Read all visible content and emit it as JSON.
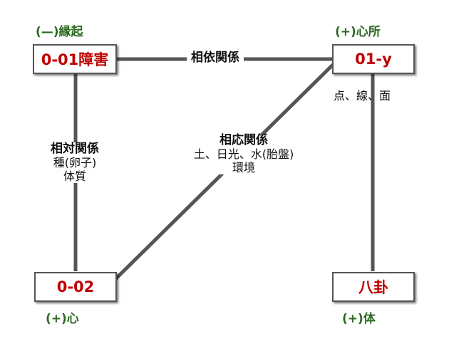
{
  "nodes": {
    "top_left": {
      "caption": "(—)縁起",
      "label": "0-01障害"
    },
    "top_right": {
      "caption": "(+)心所",
      "label": "01-y",
      "note": "点、線、面"
    },
    "bottom_left": {
      "caption": "(+)心",
      "label": "0-02"
    },
    "bottom_right": {
      "caption": "(+)体",
      "label": "八卦"
    }
  },
  "relations": {
    "top": {
      "title": "相依関係"
    },
    "left": {
      "title": "相対関係",
      "lines": [
        "種(卵子)",
        "体質"
      ]
    },
    "diagonal": {
      "title": "相応関係",
      "lines": [
        "土、日光、水(胎盤)",
        "環境"
      ]
    }
  },
  "colors": {
    "box_text": "#c00000",
    "caption_text": "#2a6a1f",
    "line": "#555555"
  }
}
